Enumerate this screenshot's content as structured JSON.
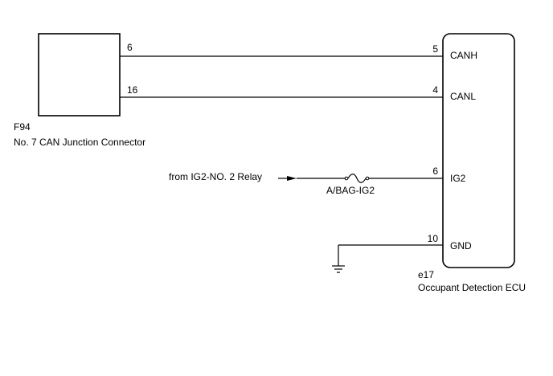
{
  "left_connector": {
    "code": "F94",
    "name": "No. 7 CAN Junction Connector",
    "pins": {
      "top": "6",
      "bottom": "16"
    }
  },
  "ecu": {
    "code": "e17",
    "name": "Occupant Detection ECU",
    "pins": {
      "canh": {
        "number": "5",
        "label": "CANH"
      },
      "canl": {
        "number": "4",
        "label": "CANL"
      },
      "ig2": {
        "number": "6",
        "label": "IG2"
      },
      "gnd": {
        "number": "10",
        "label": "GND"
      }
    }
  },
  "power_source": {
    "text": "from IG2-NO. 2 Relay"
  },
  "fuse": {
    "label": "A/BAG-IG2"
  },
  "colors": {
    "line": "#000000",
    "background": "#ffffff"
  }
}
